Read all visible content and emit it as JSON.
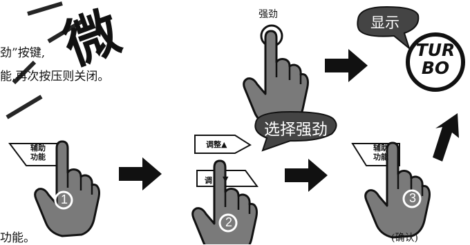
{
  "left_text": {
    "line1": "劲”按键,",
    "line2": "能,再次按压则关闭。",
    "line3": "功能。"
  },
  "step_turbo": {
    "button_label": "强劲",
    "bubble_label": "显示",
    "badge_line1": "TUR",
    "badge_line2": "BO"
  },
  "step1": {
    "button_label_line1": "辅助",
    "button_label_line2": "功能",
    "number": "1"
  },
  "step2": {
    "up_button_label": "调整▲",
    "down_button_label": "调",
    "down_arrow": "▼",
    "bubble_label": "选择强劲",
    "number": "2"
  },
  "step3": {
    "button_label_line1": "辅助",
    "button_label_line2": "功能",
    "number": "3",
    "caption": "(确认)"
  },
  "watermark": "微"
}
